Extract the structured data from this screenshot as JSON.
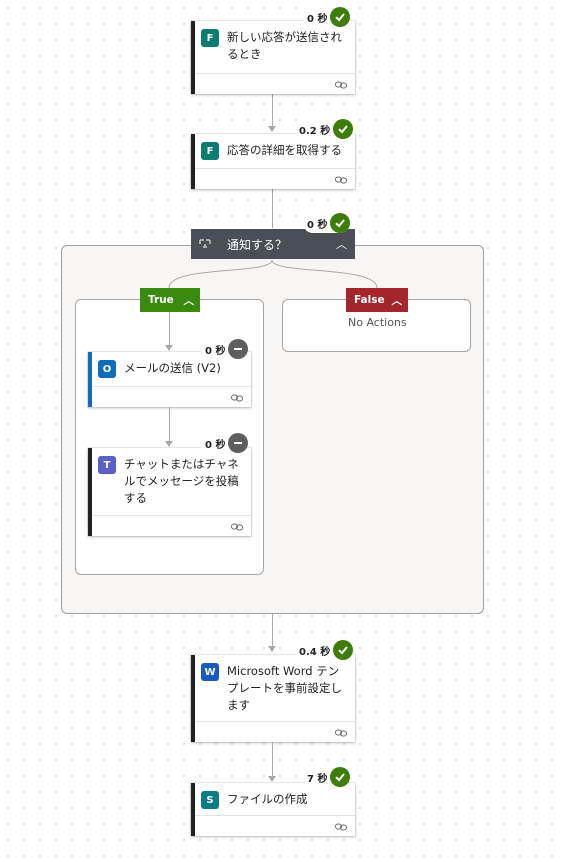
{
  "flow": {
    "trigger": {
      "title": "新しい応答が送信されるとき",
      "timing": "0 秒",
      "app": "forms-icon"
    },
    "get_details": {
      "title": "応答の詳細を取得する",
      "timing": "0.2 秒",
      "app": "forms-icon"
    },
    "condition": {
      "title": "通知する？",
      "timing": "0 秒",
      "true_label": "True",
      "false_label": "False",
      "no_actions": "No Actions",
      "true_actions": [
        {
          "title": "メールの送信 (V2)",
          "timing": "0 秒",
          "app": "outlook-icon"
        },
        {
          "title": "チャットまたはチャネルでメッセージを投稿する",
          "timing": "0 秒",
          "app": "teams-icon"
        }
      ]
    },
    "word": {
      "title": "Microsoft Word テンプレートを事前設定します",
      "timing": "0.4 秒",
      "app": "word-icon"
    },
    "create_file": {
      "title": "ファイルの作成",
      "timing": "7 秒",
      "app": "sharepoint-icon"
    }
  },
  "colors": {
    "success": "#3f7d0a",
    "skipped": "#5e5e5e",
    "true_branch": "#3a8a10",
    "false_branch": "#a4262c",
    "condition_header": "#4a4f57",
    "forms": "#0d7c72",
    "outlook": "#0f6cbd",
    "teams": "#5b5fc7",
    "word": "#185abd",
    "sharepoint": "#0e7c86"
  }
}
